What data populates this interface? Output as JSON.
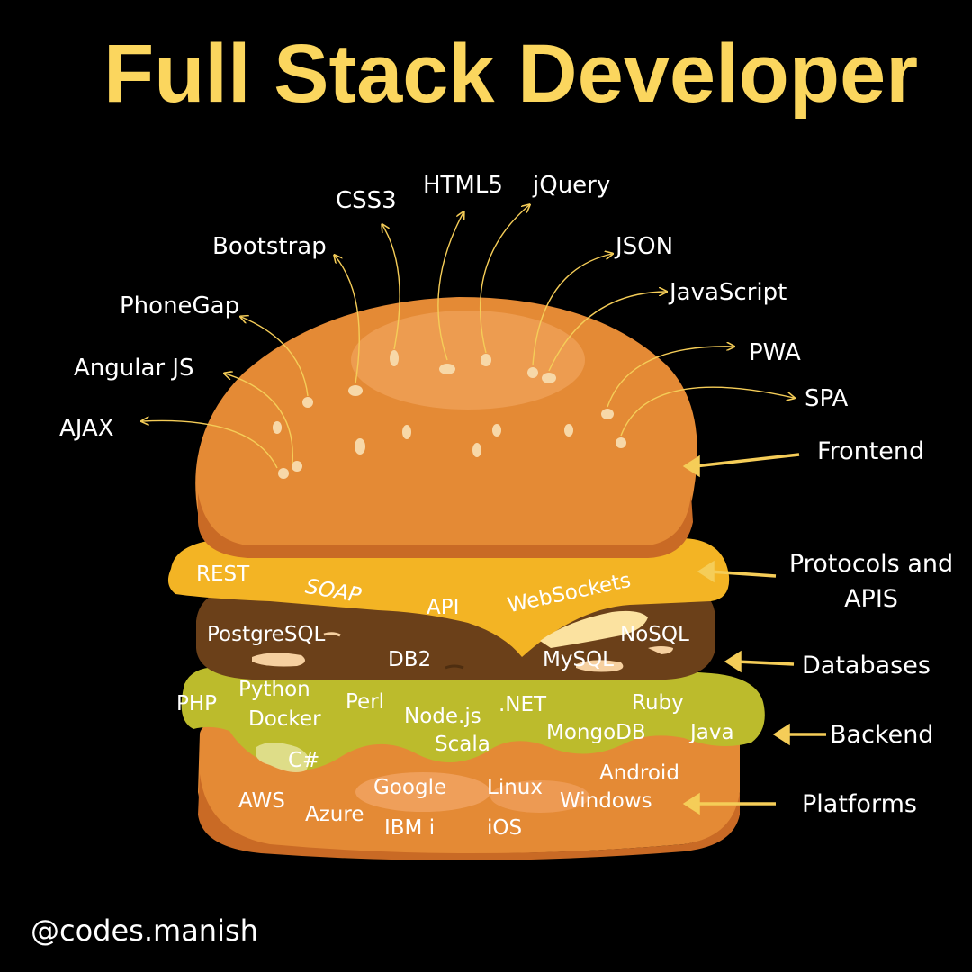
{
  "title": "Full Stack Developer",
  "handle": "@codes.manish",
  "colors": {
    "background": "#000000",
    "title": "#fbd65e",
    "arrow": "#f5cd58",
    "bun": "#e48a35",
    "cheese": "#f3b424",
    "patty": "#6b4019",
    "lettuce": "#bcbb2c"
  },
  "layers": {
    "frontend": "Frontend",
    "protocols": "Protocols and APIS",
    "databases": "Databases",
    "backend": "Backend",
    "platforms": "Platforms"
  },
  "frontend_items": {
    "css3": "CSS3",
    "html5": "HTML5",
    "jquery": "jQuery",
    "bootstrap": "Bootstrap",
    "json": "JSON",
    "javascript": "JavaScript",
    "phonegap": "PhoneGap",
    "angularjs": "Angular JS",
    "pwa": "PWA",
    "spa": "SPA",
    "ajax": "AJAX"
  },
  "protocol_items": {
    "rest": "REST",
    "soap": "SOAP",
    "api": "API",
    "websockets": "WebSockets"
  },
  "database_items": {
    "postgresql": "PostgreSQL",
    "db2": "DB2",
    "mysql": "MySQL",
    "nosql": "NoSQL"
  },
  "backend_items": {
    "php": "PHP",
    "python": "Python",
    "docker": "Docker",
    "perl": "Perl",
    "nodejs": "Node.js",
    "dotnet": ".NET",
    "ruby": "Ruby",
    "mongodb": "MongoDB",
    "java": "Java",
    "scala": "Scala",
    "csharp": "C#"
  },
  "platform_items": {
    "aws": "AWS",
    "azure": "Azure",
    "google": "Google",
    "ibmi": "IBM i",
    "linux": "Linux",
    "ios": "iOS",
    "android": "Android",
    "windows": "Windows"
  }
}
